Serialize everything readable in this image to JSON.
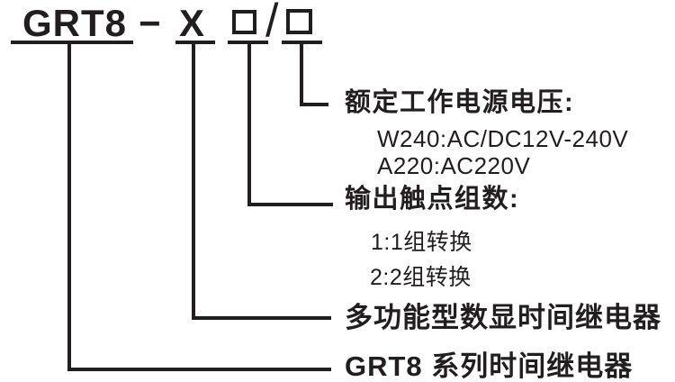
{
  "colors": {
    "ink": "#221e1f",
    "background": "#ffffff"
  },
  "model_code": {
    "series": "GRT8",
    "separator": "−",
    "type": "X",
    "box1": "□",
    "slash": "/",
    "box2": "□"
  },
  "annotations": {
    "voltage": {
      "title": "额定工作电源电压:",
      "options": [
        "W240:AC/DC12V-240V",
        "A220:AC220V"
      ]
    },
    "contacts": {
      "title": "输出触点组数:",
      "options": [
        "1:1组转换",
        "2:2组转换"
      ]
    },
    "function": {
      "title": "多功能型数显时间继电器"
    },
    "series": {
      "title": "GRT8 系列时间继电器"
    }
  }
}
